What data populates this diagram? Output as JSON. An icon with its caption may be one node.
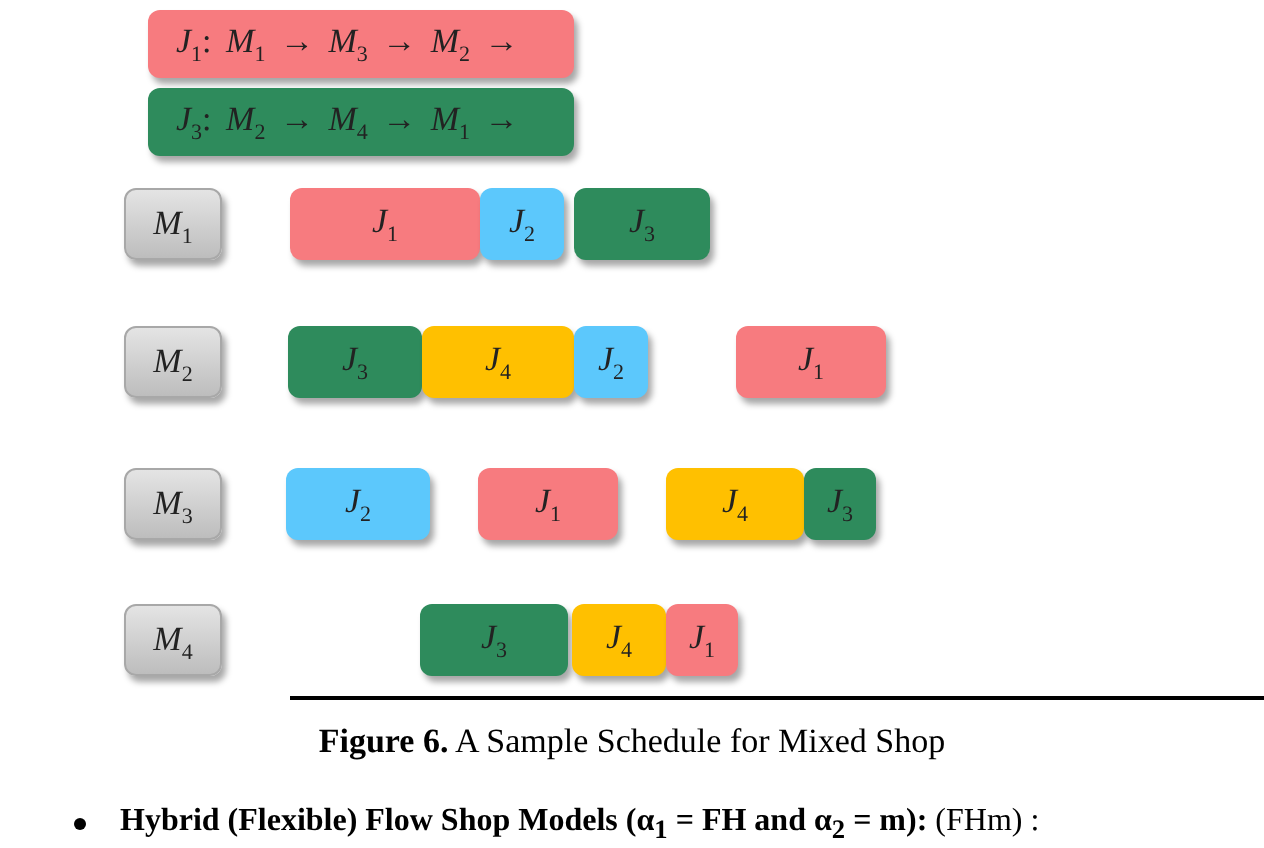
{
  "diagram": {
    "caption": "**Figure 6.** A Sample Schedule for Mixed Shop",
    "nodes": [
      {
        "text": [
          "*J*$_{1}$: *M*$_{1}$ → *M*$_{3}$ → *M*$_{2}$ →"
        ]
      },
      {
        "text": [
          "*J*$_{3}$: *M*$_{2}$ → *M*$_{4}$ → *M*$_{1}$ →"
        ]
      },
      {
        "text": [
          "*M*$_{1}$"
        ]
      },
      {
        "text": [
          "*J*$_{1}$"
        ]
      },
      {
        "text": [
          "*J*$_{2}$"
        ]
      },
      {
        "text": [
          "*J*$_{3}$"
        ]
      },
      {
        "text": [
          "*M*$_{2}$"
        ]
      },
      {
        "text": [
          "*J*$_{3}$"
        ]
      },
      {
        "text": [
          "*J*$_{4}$"
        ]
      },
      {
        "text": [
          "*J*$_{2}$"
        ]
      },
      {
        "text": [
          "*J*$_{1}$"
        ]
      },
      {
        "text": [
          "*M*$_{3}$"
        ]
      },
      {
        "text": [
          "*J*$_{2}$"
        ]
      },
      {
        "text": [
          "*J*$_{1}$"
        ]
      },
      {
        "text": [
          "*J*$_{4}$"
        ]
      },
      {
        "text": [
          "*J*$_{3}$"
        ]
      },
      {
        "text": [
          "*M*$_{4}$"
        ]
      },
      {
        "text": [
          "*J*$_{3}$"
        ]
      },
      {
        "text": [
          "*J*$_{4}$"
        ]
      },
      {
        "text": [
          "*J*$_{1}$"
        ]
      }
    ],
    "labels": [
      "**Hybrid (Flexible) Flow Shop Models (α$_{1}$ = FH and α$_{2}$ = m):** (FHm) :"
    ]
  }
}
